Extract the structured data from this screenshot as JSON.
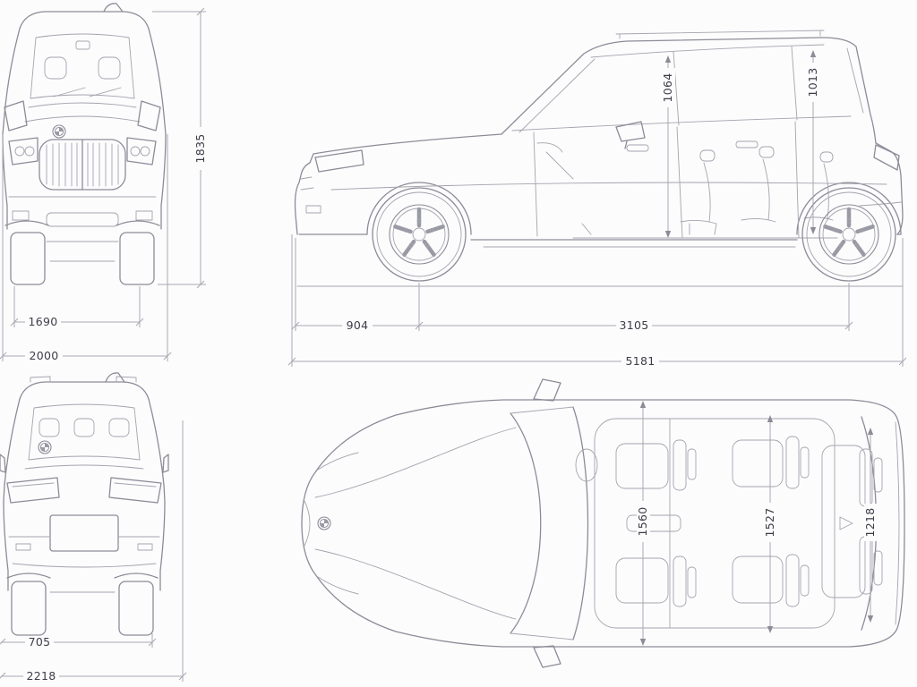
{
  "meta": {
    "title": "SUV four-view dimensions blueprint"
  },
  "colors": {
    "background": "#fcfcfd",
    "line": "#8c8c98",
    "dim_line": "#a8a8b2",
    "dim_text": "#3d3d47"
  },
  "views": {
    "front": {
      "dims": {
        "overall_height": "1835",
        "track_width": "1690",
        "body_width": "2000"
      }
    },
    "side": {
      "dims": {
        "front_overhang": "904",
        "wheelbase": "3105",
        "overall_length": "5181",
        "front_headroom": "1064",
        "rear_headroom": "1013"
      }
    },
    "rear": {
      "dims": {
        "lower_width": "705",
        "overall_width_mirrors": "2218"
      }
    },
    "top": {
      "dims": {
        "front_row_width": "1560",
        "second_row_width": "1527",
        "third_row_width": "1218"
      }
    }
  }
}
